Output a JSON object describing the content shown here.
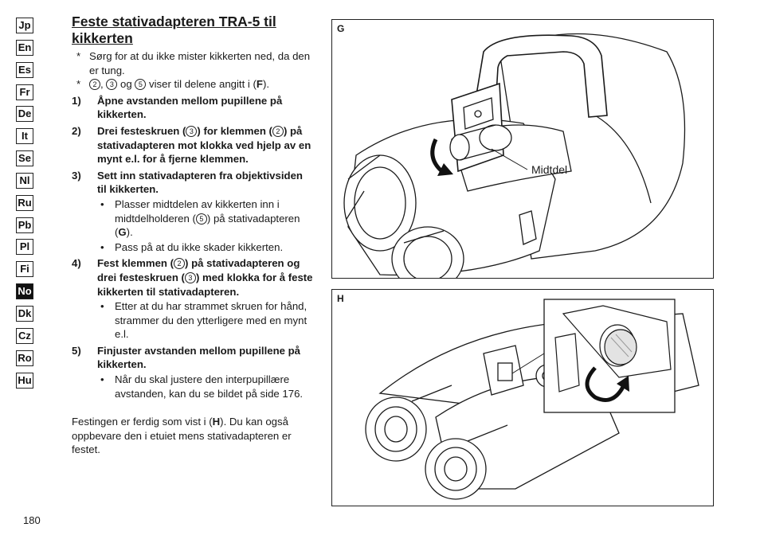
{
  "languages": [
    {
      "code": "Jp",
      "active": false
    },
    {
      "code": "En",
      "active": false
    },
    {
      "code": "Es",
      "active": false
    },
    {
      "code": "Fr",
      "active": false
    },
    {
      "code": "De",
      "active": false
    },
    {
      "code": "It",
      "active": false
    },
    {
      "code": "Se",
      "active": false
    },
    {
      "code": "Nl",
      "active": false
    },
    {
      "code": "Ru",
      "active": false
    },
    {
      "code": "Pb",
      "active": false
    },
    {
      "code": "Pl",
      "active": false
    },
    {
      "code": "Fi",
      "active": false
    },
    {
      "code": "No",
      "active": true
    },
    {
      "code": "Dk",
      "active": false
    },
    {
      "code": "Cz",
      "active": false
    },
    {
      "code": "Ro",
      "active": false
    },
    {
      "code": "Hu",
      "active": false
    }
  ],
  "title_line1": "Feste stativadapteren TRA-5 til",
  "title_line2": "kikkerten",
  "notes": {
    "mark": "*",
    "note1": "Sørg for at du ikke mister kikkerten ned, da den er tung.",
    "note2_sep1": ",",
    "note2_mid": "og",
    "note2_text": "viser til delene angitt i (",
    "note2_ref": "F",
    "note2_end": ")."
  },
  "circled": {
    "two": "2",
    "three": "3",
    "five": "5"
  },
  "steps": {
    "s1": {
      "num": "1)",
      "text": "Åpne avstanden mellom pupillene på kikkerten."
    },
    "s2": {
      "num": "2)",
      "a": "Drei festeskruen (",
      "b": ") for klemmen (",
      "c": ") på stativadapteren mot klokka ved hjelp av en mynt e.l. for å fjerne klemmen."
    },
    "s3": {
      "num": "3)",
      "text": "Sett inn stativadapteren fra objektivsiden til kikkerten."
    },
    "s3_b1": {
      "a": "Plasser midtdelen av kikkerten inn i midtdelholderen (",
      "b": ") på stativadapteren (",
      "ref": "G",
      "c": ")."
    },
    "s3_b2": "Pass på at du ikke skader kikkerten.",
    "s4": {
      "num": "4)",
      "a": "Fest klemmen (",
      "b": ") på stativadapteren og drei festeskruen (",
      "c": ") med klokka for å feste kikkerten til stativadapteren."
    },
    "s4_b1": "Etter at du har strammet skruen for hånd, strammer du den ytterligere med en mynt e.l.",
    "s5": {
      "num": "5)",
      "text": "Finjuster avstanden mellom pupillene på kikkerten."
    },
    "s5_b1": "Når du skal justere den interpupillære avstanden, kan du se bildet på side 176."
  },
  "bullet_mark": "•",
  "closing": {
    "a": "Festingen er ferdig som vist i (",
    "ref": "H",
    "b": "). Du kan også oppbevare den i etuiet mens stativadapteren er festet."
  },
  "page_number": "180",
  "figures": {
    "g": {
      "label": "G",
      "callout": "Midtdel"
    },
    "h": {
      "label": "H"
    }
  }
}
